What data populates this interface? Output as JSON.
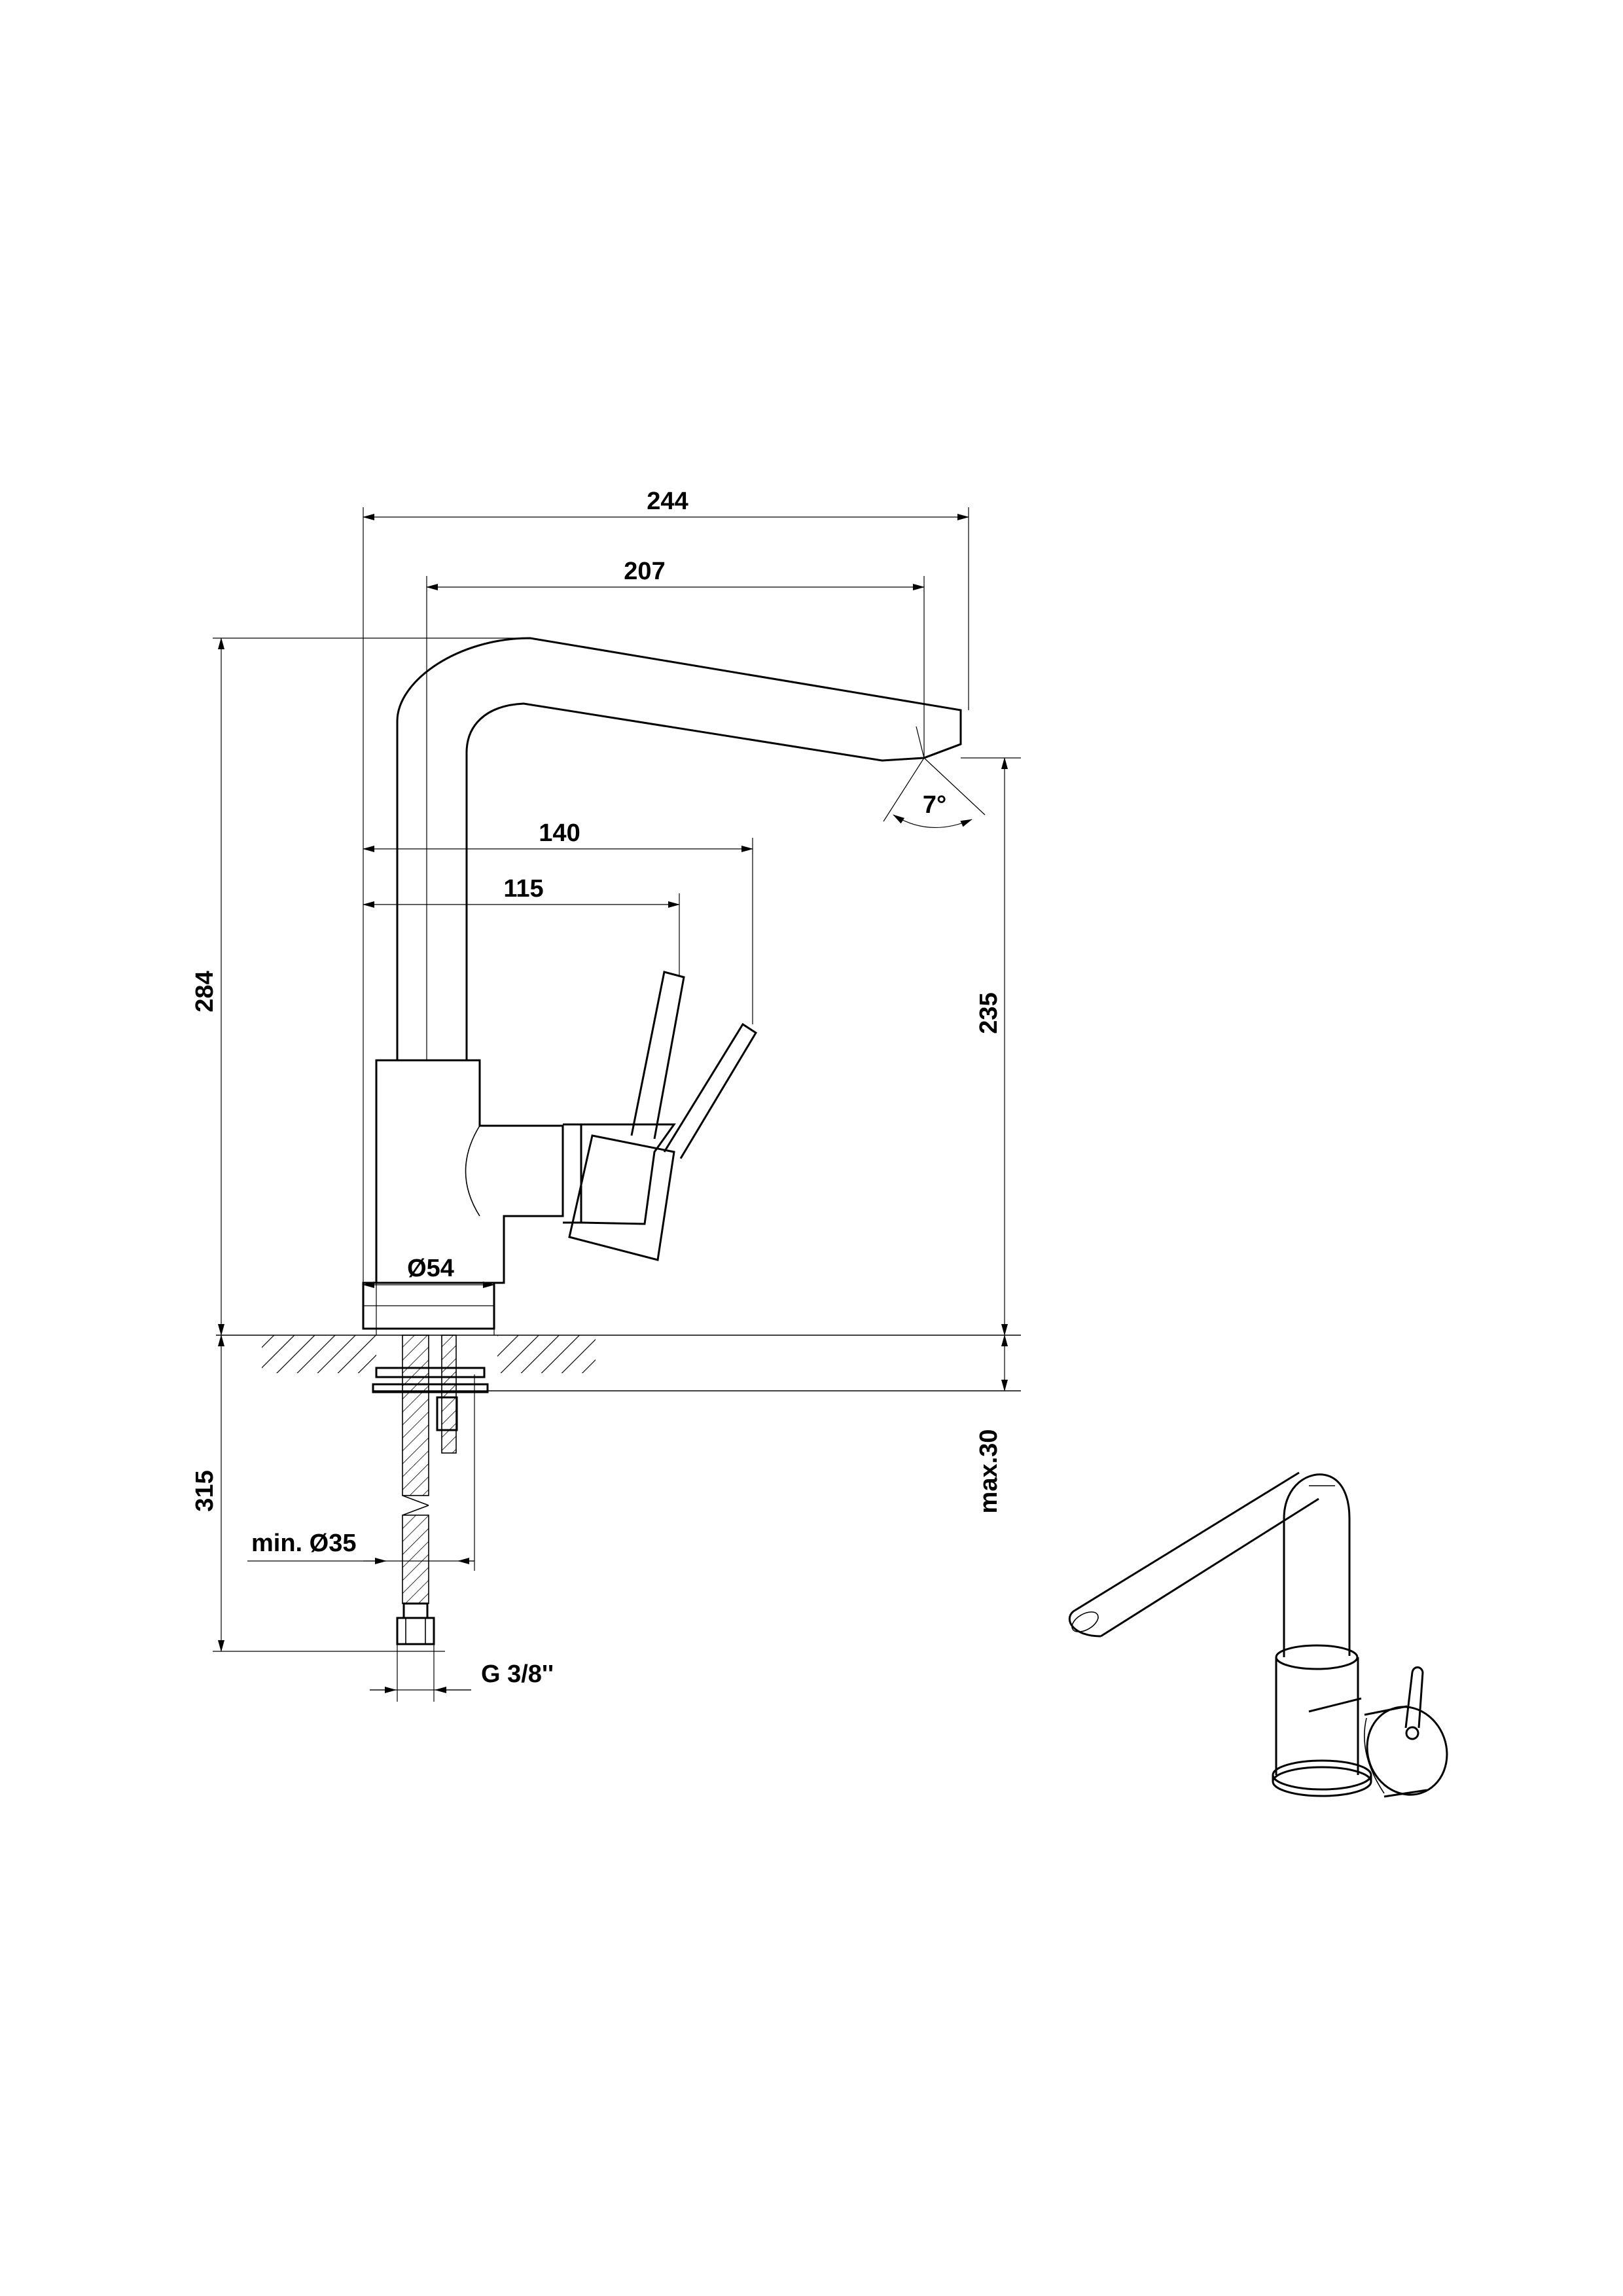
{
  "dimensions": {
    "overall_reach": "244",
    "spout_reach": "207",
    "handle_reach_outer": "140",
    "handle_reach_inner": "115",
    "total_height": "284",
    "spout_clearance": "235",
    "spout_angle": "7°",
    "base_diameter": "Ø54",
    "below_counter": "315",
    "hole_diameter": "min. Ø35",
    "counter_thickness": "max.30",
    "connection_thread": "G 3/8''"
  }
}
